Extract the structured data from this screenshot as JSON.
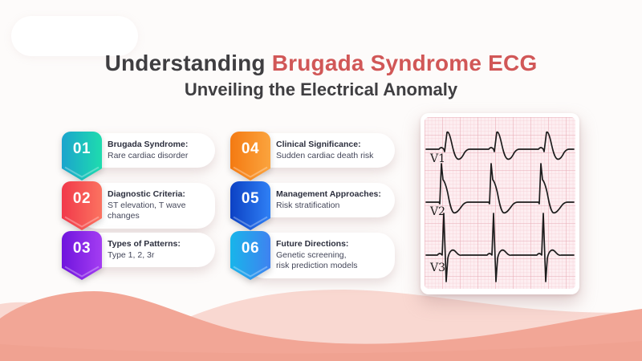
{
  "slide": {
    "title_prefix": "Understanding ",
    "title_highlight": "Brugada Syndrome ECG",
    "subtitle": "Unveiling the Electrical Anomaly",
    "title_color": "#3f3e41",
    "highlight_color": "#d15757"
  },
  "items": [
    {
      "number": "01",
      "title": "Brugada Syndrome:",
      "desc": "Rare cardiac disorder",
      "gradient_from": "#1ba4cd",
      "gradient_to": "#1edcae"
    },
    {
      "number": "02",
      "title": "Diagnostic Criteria:",
      "desc": "ST elevation, T wave changes",
      "gradient_from": "#f1394a",
      "gradient_to": "#fb7360"
    },
    {
      "number": "03",
      "title": "Types of Patterns:",
      "desc": "Type 1, 2, 3r",
      "gradient_from": "#6f14dd",
      "gradient_to": "#a43df2"
    },
    {
      "number": "04",
      "title": "Clinical Significance:",
      "desc": "Sudden cardiac death risk",
      "gradient_from": "#f47a12",
      "gradient_to": "#fba43e"
    },
    {
      "number": "05",
      "title": "Management Approaches:",
      "desc": "Risk stratification",
      "gradient_from": "#0c41c4",
      "gradient_to": "#2f80f5"
    },
    {
      "number": "06",
      "title": "Future Directions:",
      "desc": "Genetic screening,\n risk prediction models",
      "gradient_from": "#18b5ea",
      "gradient_to": "#3f82f0"
    }
  ],
  "ecg_panel": {
    "leads": [
      {
        "label": "V1"
      },
      {
        "label": "V2"
      },
      {
        "label": "V3"
      }
    ],
    "paper_color": "#fdeef1",
    "grid_minor": "#f5cdd4",
    "grid_major": "#e8aab5",
    "trace_color": "#1c1c1c"
  },
  "decor": {
    "wave_light": "#f7cfc7",
    "wave_main": "#f2a696",
    "wave_deep": "#ee9d8c"
  }
}
